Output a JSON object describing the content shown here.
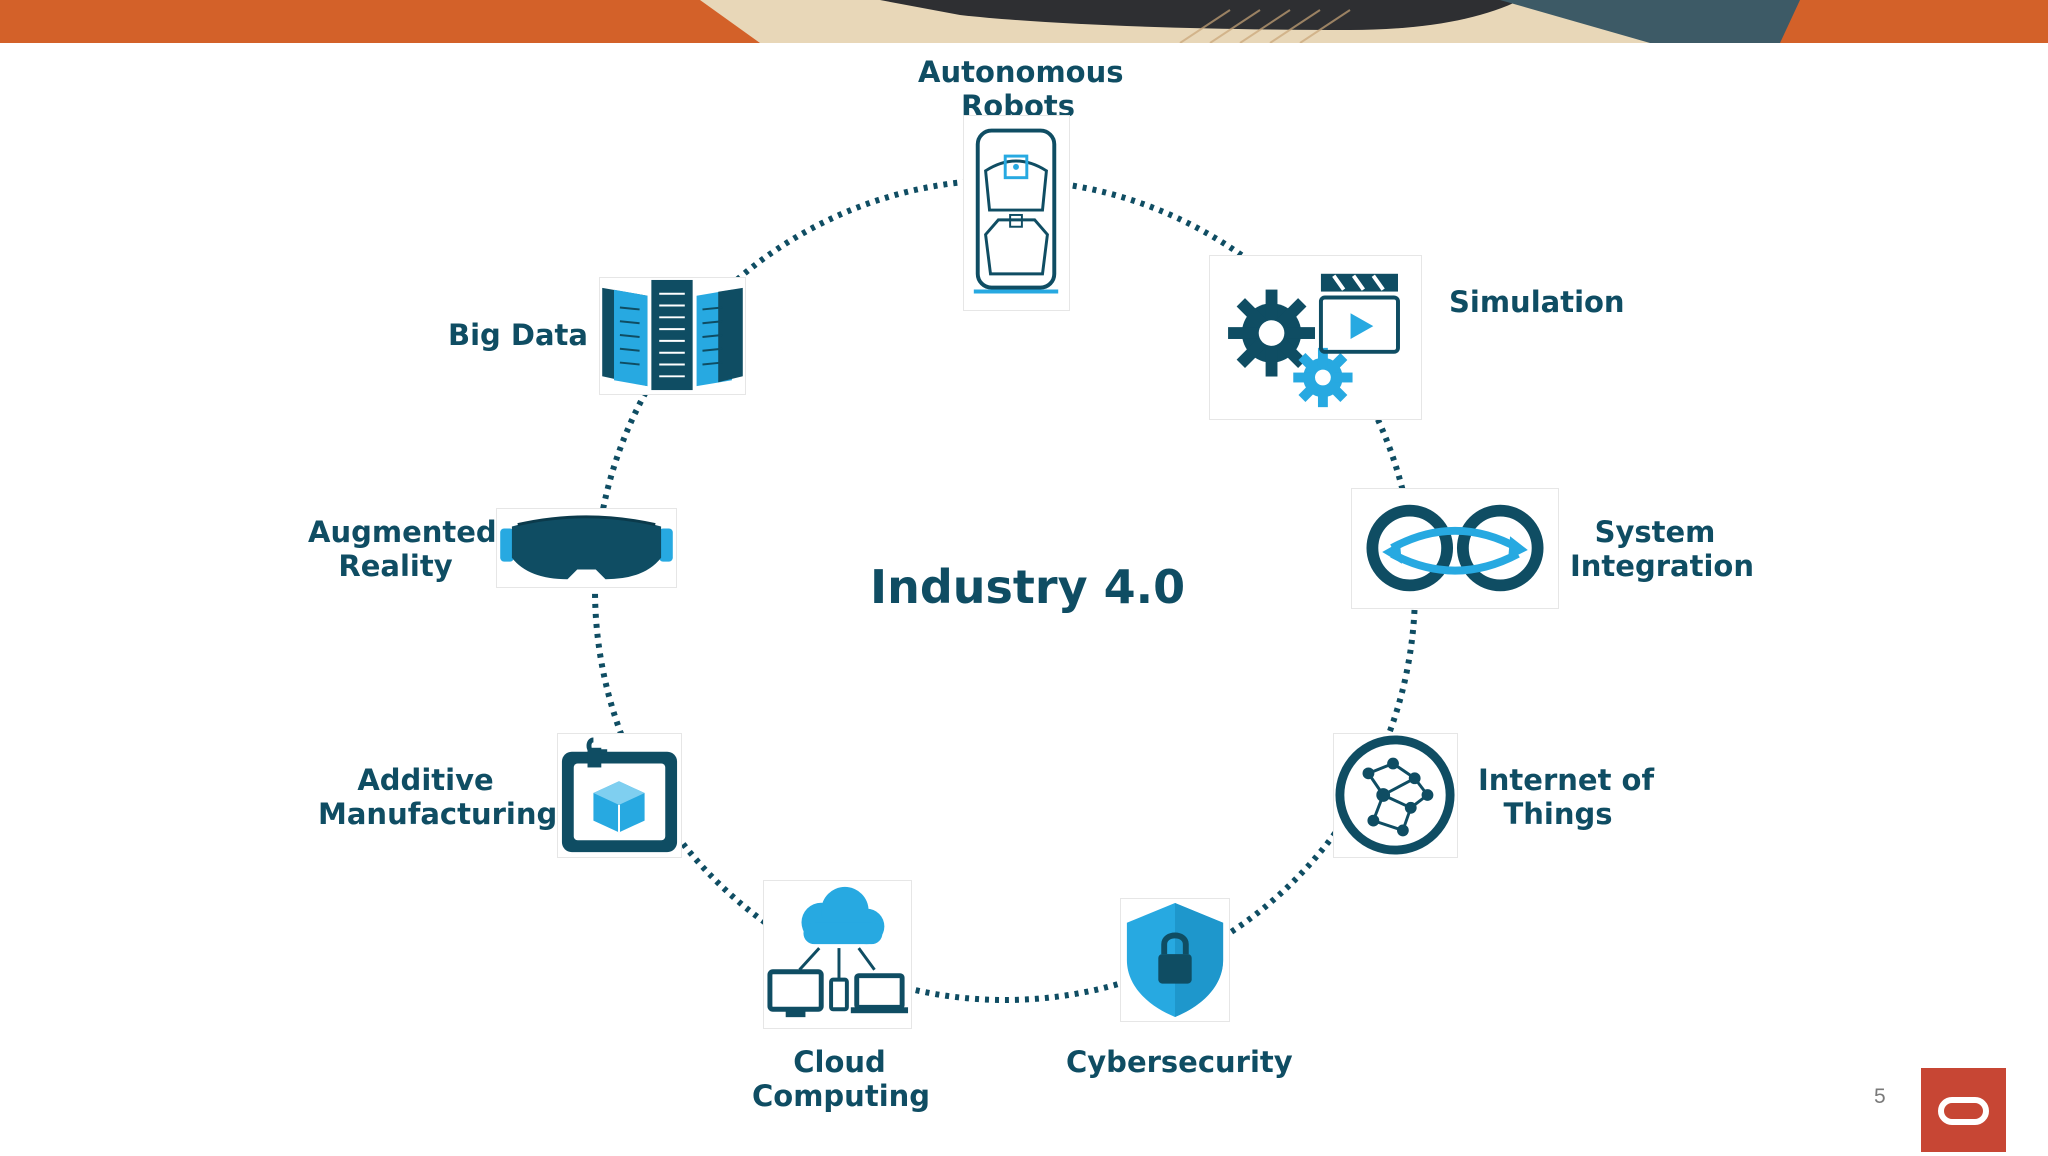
{
  "slide": {
    "title": "Industry 4.0",
    "page_number": "5"
  },
  "nodes": {
    "autonomous_robots": [
      "Autonomous",
      "Robots"
    ],
    "simulation": [
      "Simulation"
    ],
    "system_integration": [
      "System",
      "Integration"
    ],
    "internet_of_things": [
      "Internet of",
      "Things"
    ],
    "cybersecurity": [
      "Cybersecurity"
    ],
    "cloud_computing": [
      "Cloud",
      "Computing"
    ],
    "additive_manufacturing": [
      "Additive",
      "Manufacturing"
    ],
    "augmented_reality": [
      "Augmented",
      "Reality"
    ],
    "big_data": [
      "Big Data"
    ]
  },
  "icons": {
    "autonomous_robots": "autonomous-vehicle-icon",
    "simulation": "gears-clapperboard-icon",
    "system_integration": "linked-rings-icon",
    "internet_of_things": "network-globe-icon",
    "cybersecurity": "shield-lock-icon",
    "cloud_computing": "cloud-devices-icon",
    "additive_manufacturing": "3d-printer-icon",
    "augmented_reality": "vr-headset-icon",
    "big_data": "server-racks-icon"
  },
  "colors": {
    "dark_teal": "#0f4d63",
    "light_blue": "#27a9e1",
    "oracle_red": "#c74634",
    "banner_orange": "#d9672f"
  }
}
